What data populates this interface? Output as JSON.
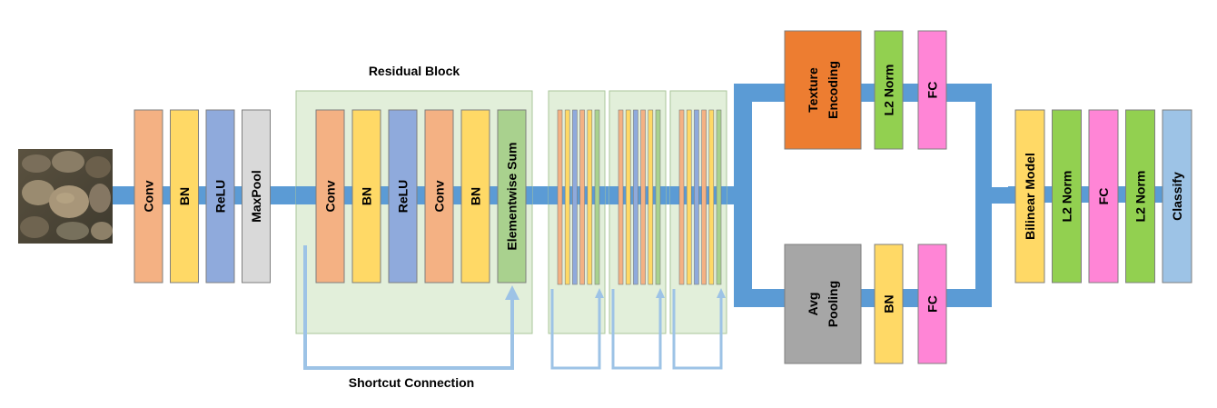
{
  "labels": {
    "residual_block": "Residual Block",
    "shortcut_connection": "Shortcut Connection"
  },
  "stem_layers": [
    "Conv",
    "BN",
    "ReLU",
    "MaxPool"
  ],
  "residual_layers": [
    "Conv",
    "BN",
    "ReLU",
    "Conv",
    "BN",
    "Elementwise Sum"
  ],
  "texture_branch": {
    "encoding": [
      "Texture",
      "Encoding"
    ],
    "norm": "L2 Norm",
    "fc": "FC"
  },
  "pool_branch": {
    "pooling": [
      "Avg",
      "Pooling"
    ],
    "bn": "BN",
    "fc": "FC"
  },
  "head_layers": [
    "Bilinear Model",
    "L2 Norm",
    "FC",
    "L2 Norm",
    "Classify"
  ],
  "colors": {
    "conv": "#f4b183",
    "bn": "#ffd966",
    "relu": "#8faadc",
    "maxpool": "#d9d9d9",
    "sum": "#a9d18e",
    "block_bg": "#e2efda",
    "block_border": "#a9c59a",
    "pipe": "#5b9bd5",
    "shortcut": "#9dc3e6",
    "texture": "#ed7d31",
    "l2norm": "#92d050",
    "fc": "#ff85d6",
    "avgpool": "#a6a6a6",
    "classify": "#9dc3e6",
    "border": "#7f7f7f"
  }
}
